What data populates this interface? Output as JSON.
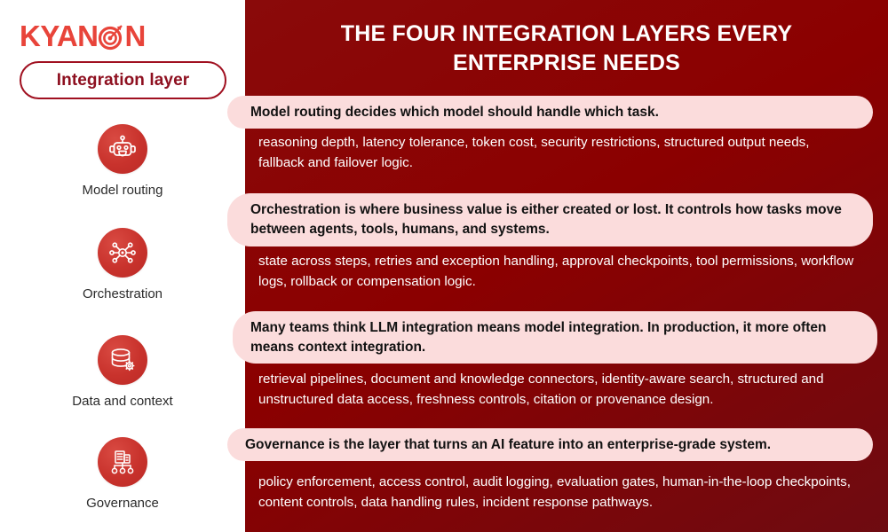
{
  "brand": {
    "name_part1": "KYAN",
    "name_part2": "N",
    "logo_icon": "target-dartboard-icon",
    "accent_color": "#E8443A"
  },
  "badge": {
    "label": "Integration layer"
  },
  "header": {
    "title": "THE FOUR INTEGRATION LAYERS EVERY ENTERPRISE NEEDS",
    "panel_color": "#8B0000"
  },
  "sidebar": {
    "items": [
      {
        "label": "Model routing",
        "icon": "robot-icon"
      },
      {
        "label": "Orchestration",
        "icon": "network-hub-icon"
      },
      {
        "label": "Data and context",
        "icon": "database-gear-icon"
      },
      {
        "label": "Governance",
        "icon": "organization-building-icon"
      }
    ]
  },
  "layers": [
    {
      "headline": "Model routing decides which model should handle which task.",
      "detail": "reasoning depth, latency tolerance, token cost, security restrictions, structured output needs, fallback and failover logic."
    },
    {
      "headline": "Orchestration is where business value is either created or lost. It controls how tasks move between agents, tools, humans, and systems.",
      "detail": "state across steps, retries and exception handling, approval checkpoints, tool permissions, workflow logs, rollback or compensation logic."
    },
    {
      "headline": "Many teams think LLM integration means model integration. In production, it more often means context integration.",
      "detail": "retrieval pipelines, document and knowledge connectors, identity-aware search, structured and unstructured data access, freshness controls, citation or provenance design."
    },
    {
      "headline": "Governance is the layer that turns an AI feature into an enterprise-grade system.",
      "detail": "policy enforcement, access control, audit logging, evaluation gates, human-in-the-loop checkpoints, content controls, data handling rules, incident response pathways."
    }
  ]
}
